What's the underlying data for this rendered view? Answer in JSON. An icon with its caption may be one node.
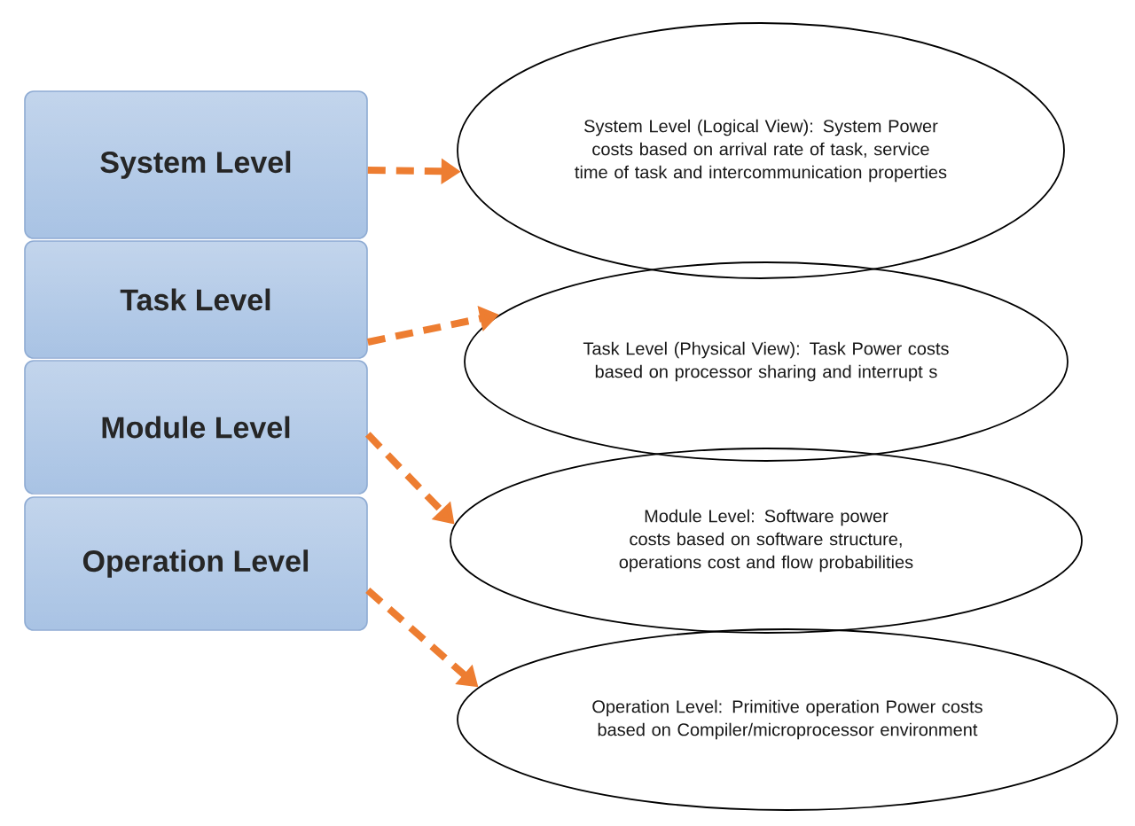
{
  "diagram": {
    "nodes": [
      {
        "text": [
          "System Level"
        ]
      },
      {
        "text": [
          "Task Level"
        ]
      },
      {
        "text": [
          "Module Level"
        ]
      },
      {
        "text": [
          "Operation Level"
        ]
      },
      {
        "text": [
          "System Level (Logical View): System Power costs based on arrival rate of task, service time of task and intercommunication properties"
        ]
      },
      {
        "text": [
          "Task Level (Physical View): Task Power costs based on processor sharing and interrupt s"
        ]
      },
      {
        "text": [
          "Module Level: Software power costs based on software structure, operations cost and flow probabilities"
        ]
      },
      {
        "text": [
          "Operation Level: Primitive operation Power costs based on Compiler/microprocessor environment"
        ]
      }
    ],
    "edges": [
      {
        "from": 0,
        "to": 4,
        "arrow": "to",
        "style": "dashed"
      },
      {
        "from": 1,
        "to": 5,
        "arrow": "to",
        "style": "dashed"
      },
      {
        "from": 2,
        "to": 6,
        "arrow": "to",
        "style": "dashed"
      },
      {
        "from": 3,
        "to": 7,
        "arrow": "to",
        "style": "dashed"
      }
    ]
  }
}
